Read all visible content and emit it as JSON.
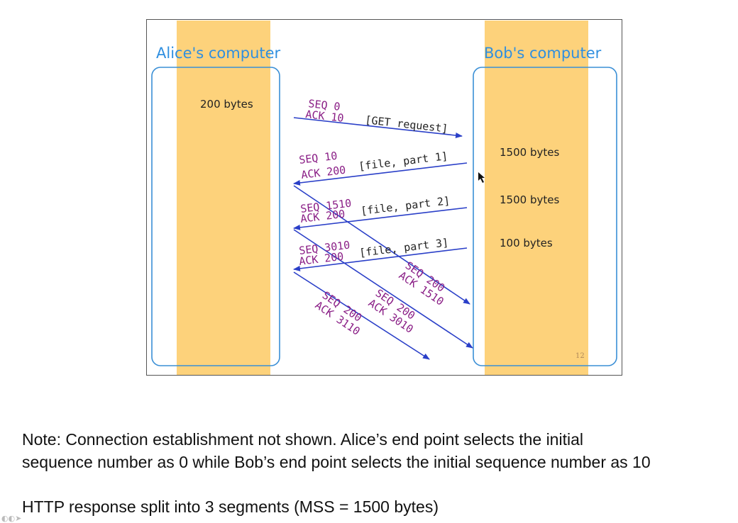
{
  "diagram": {
    "left_host": {
      "title": "Alice's computer",
      "buffer": "200 bytes"
    },
    "right_host": {
      "title": "Bob's computer",
      "buffers": [
        "1500 bytes",
        "1500 bytes",
        "100 bytes"
      ]
    },
    "messages": [
      {
        "id": "get-request",
        "seq": "SEQ 0",
        "ack": "ACK 10",
        "payload": "[GET request]"
      },
      {
        "id": "file-part-1",
        "seq": "SEQ 10",
        "ack": "ACK 200",
        "payload": "[file, part 1]"
      },
      {
        "id": "file-part-2",
        "seq": "SEQ 1510",
        "ack": "ACK 200",
        "payload": "[file, part 2]"
      },
      {
        "id": "file-part-3",
        "seq": "SEQ 3010",
        "ack": "ACK 200",
        "payload": "[file, part 3]"
      },
      {
        "id": "ack-1510",
        "seq": "SEQ 200",
        "ack": "ACK 1510",
        "payload": ""
      },
      {
        "id": "ack-3010",
        "seq": "SEQ 200",
        "ack": "ACK 3010",
        "payload": ""
      },
      {
        "id": "ack-3110",
        "seq": "SEQ 200",
        "ack": "ACK 3110",
        "payload": ""
      }
    ],
    "page_number": "12",
    "colors": {
      "column": "#fdd27b",
      "host_box": "#3a8fd6",
      "arrow": "#2a3fc8",
      "label": "#8a1e86"
    }
  },
  "notes": [
    "Note: Connection establishment not shown. Alice’s end point selects the initial",
    "sequence number as 0 while Bob’s end point selects the initial sequence number as 10",
    "HTTP response split into 3 segments (MSS = 1500 bytes)"
  ]
}
